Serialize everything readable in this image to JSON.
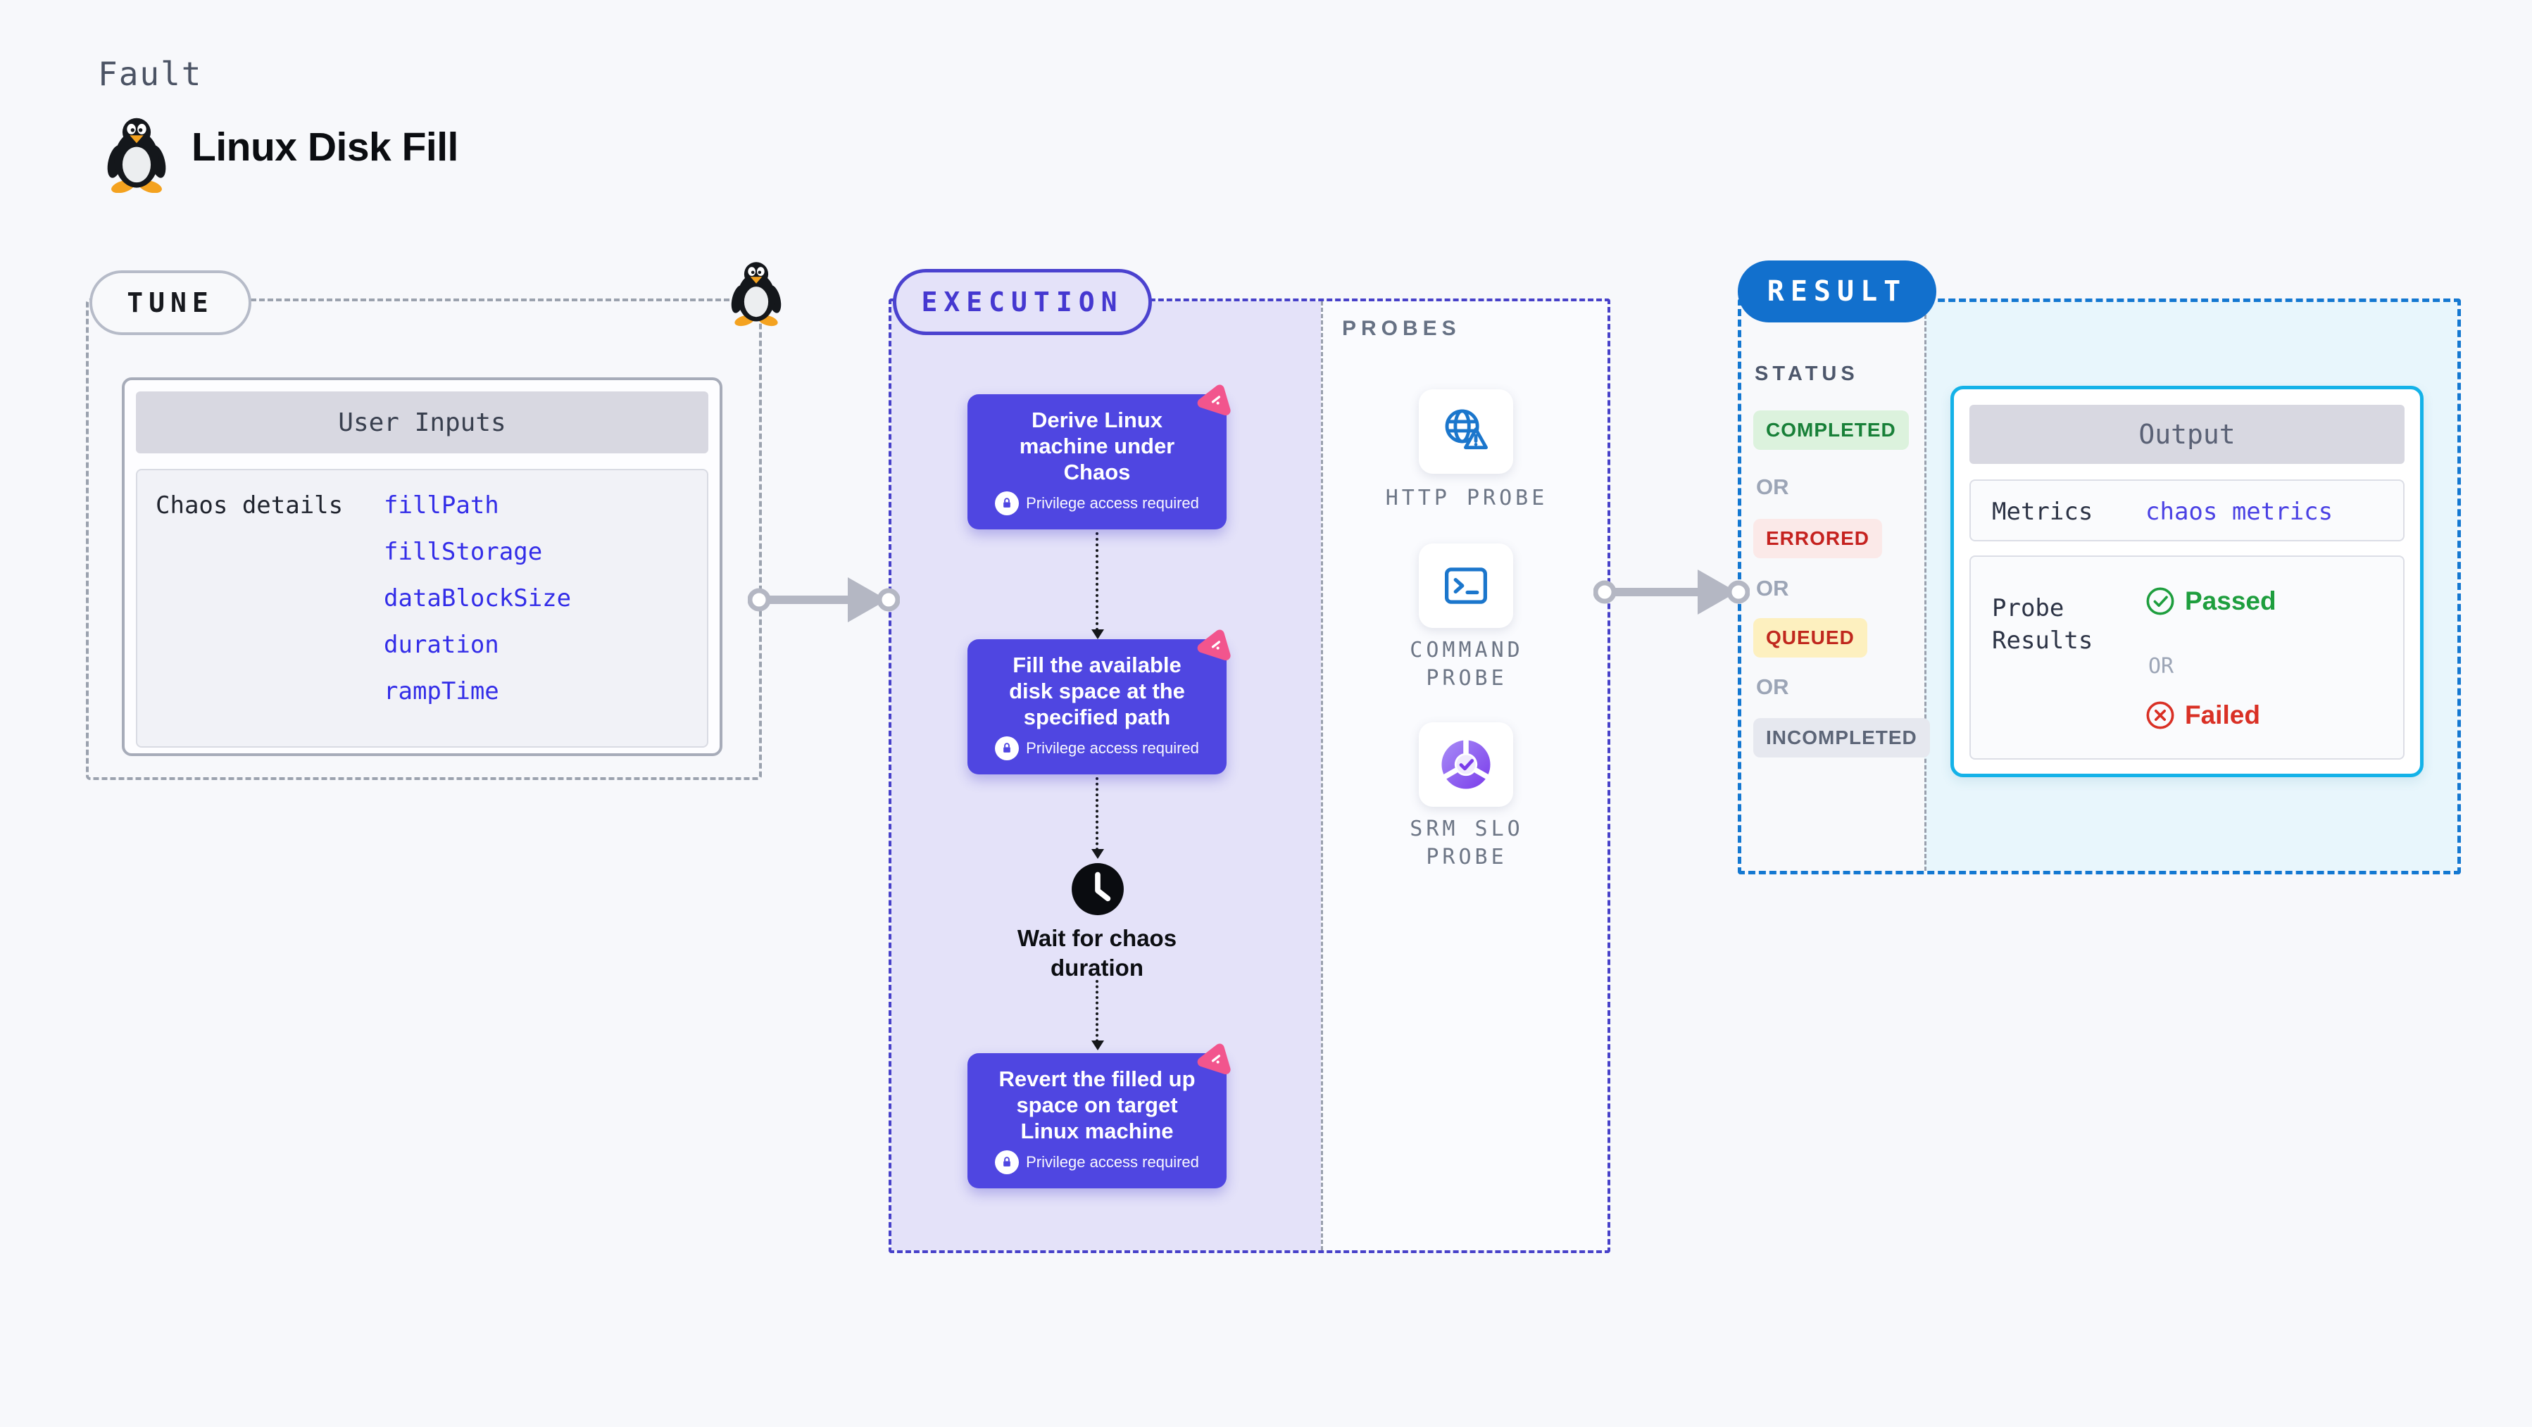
{
  "header": {
    "eyebrow": "Fault",
    "title": "Linux Disk Fill",
    "title_icon": "tux-penguin-icon"
  },
  "tune": {
    "label": "TUNE",
    "corner_icon": "tux-penguin-icon",
    "card": {
      "title": "User Inputs",
      "row_label": "Chaos details",
      "inputs": [
        "fillPath",
        "fillStorage",
        "dataBlockSize",
        "duration",
        "rampTime"
      ]
    }
  },
  "execution": {
    "label": "EXECUTION",
    "steps": [
      {
        "title": "Derive Linux\nmachine under\nChaos",
        "note": "Privilege access required"
      },
      {
        "title": "Fill the available\ndisk space at the\nspecified path",
        "note": "Privilege access required"
      },
      {
        "title": "Revert the filled up\nspace on target\nLinux machine",
        "note": "Privilege access required"
      }
    ],
    "wait": {
      "label": "Wait for chaos\nduration",
      "icon": "clock-icon"
    }
  },
  "probes": {
    "label": "PROBES",
    "items": [
      {
        "label": "HTTP PROBE",
        "icon": "globe-alert-icon"
      },
      {
        "label": "COMMAND PROBE",
        "icon": "terminal-icon"
      },
      {
        "label": "SRM SLO PROBE",
        "icon": "slo-donut-icon"
      }
    ]
  },
  "result": {
    "label": "RESULT",
    "status_heading": "STATUS",
    "or_label": "OR",
    "statuses": [
      {
        "label": "COMPLETED",
        "text_color": "#188038",
        "bg_color": "#dcf2dd"
      },
      {
        "label": "ERRORED",
        "text_color": "#c5221f",
        "bg_color": "#fbe9e8"
      },
      {
        "label": "QUEUED",
        "text_color": "#c0281e",
        "bg_color": "#fdf0bf"
      },
      {
        "label": "INCOMPLETED",
        "text_color": "#5c6577",
        "bg_color": "#e6e8ef"
      }
    ],
    "output": {
      "title": "Output",
      "metrics_label": "Metrics",
      "metrics_link": "chaos metrics",
      "probe_results_label": "Probe Results",
      "passed_label": "Passed",
      "failed_label": "Failed"
    }
  },
  "colors": {
    "page_bg": "#f7f8fb",
    "indigo_card": "#4f46e1",
    "indigo_border": "#4741c9",
    "lavender_fill": "#e4e2f9",
    "result_blue": "#1270cd",
    "result_fill": "#e8f6fc",
    "cyan_border": "#14b2e8",
    "link_blue": "#332de8",
    "probe_icon_blue": "#1b76cc",
    "slo_purple": "#7a3bea",
    "green": "#1e9e3e",
    "red": "#d93025",
    "pink_badge": "#f2558d",
    "arrow_gray": "#b4b7c3"
  }
}
